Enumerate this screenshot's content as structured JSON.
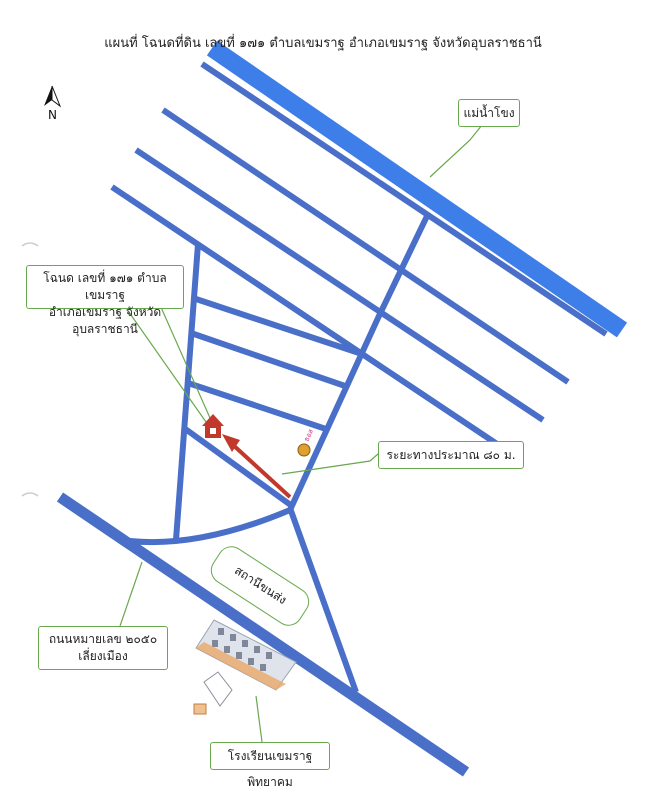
{
  "title": "แผนที่ โฉนดที่ดิน เลขที่ ๑๗๑ ตำบลเขมราฐ  อำเภอเขมราฐ  จังหวัดอุบลราชธานี",
  "north_label": "N",
  "labels": {
    "river": "แม่น้ำโขง",
    "parcel_line1": "โฉนด เลขที่ ๑๗๑ ตำบลเขมราฐ",
    "parcel_line2": "อำเภอเขมราฐ จังหวัดอุบลราชธานี",
    "distance": "ระยะทางประมาณ ๘๐ ม.",
    "road_line1": "ถนนหมายเลข ๒๐๕๐",
    "road_line2": "เลี่ยงเมือง",
    "health_station": "สถานีขนส่ง",
    "school": "โรงเรียนเขมราฐพิทยาคม",
    "bank_logo": "ธอส"
  },
  "colors": {
    "road": "#4a6fc9",
    "road_outline": "#2c4ea8",
    "river": "#3d7ee8",
    "callout": "#6aa84f",
    "arrow": "#c0392b"
  }
}
